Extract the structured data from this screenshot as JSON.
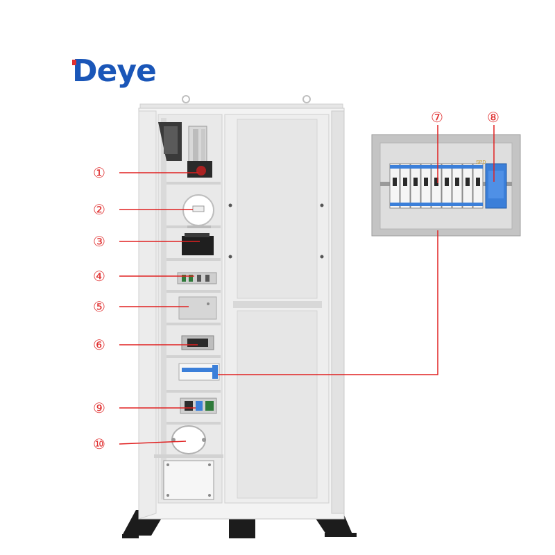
{
  "brand": {
    "name": "Deye",
    "color": "#1a56b8",
    "accent": "#e03030"
  },
  "callouts": [
    {
      "id": "1",
      "label": "①"
    },
    {
      "id": "2",
      "label": "②"
    },
    {
      "id": "3",
      "label": "③"
    },
    {
      "id": "4",
      "label": "④"
    },
    {
      "id": "5",
      "label": "⑤"
    },
    {
      "id": "6",
      "label": "⑥"
    },
    {
      "id": "7",
      "label": "⑦"
    },
    {
      "id": "8",
      "label": "⑧"
    },
    {
      "id": "9",
      "label": "⑨"
    },
    {
      "id": "10",
      "label": "⑩"
    }
  ],
  "inset": {
    "spd_label": "SPD"
  },
  "colors": {
    "leader": "#e02020",
    "callout_text": "#e03030",
    "cabinet": "#f1f1f1",
    "cabinet_inner": "#e9e9e9",
    "frame": "#cfcfcf",
    "breaker_blue": "#3b7fd9",
    "dark": "#222222"
  }
}
